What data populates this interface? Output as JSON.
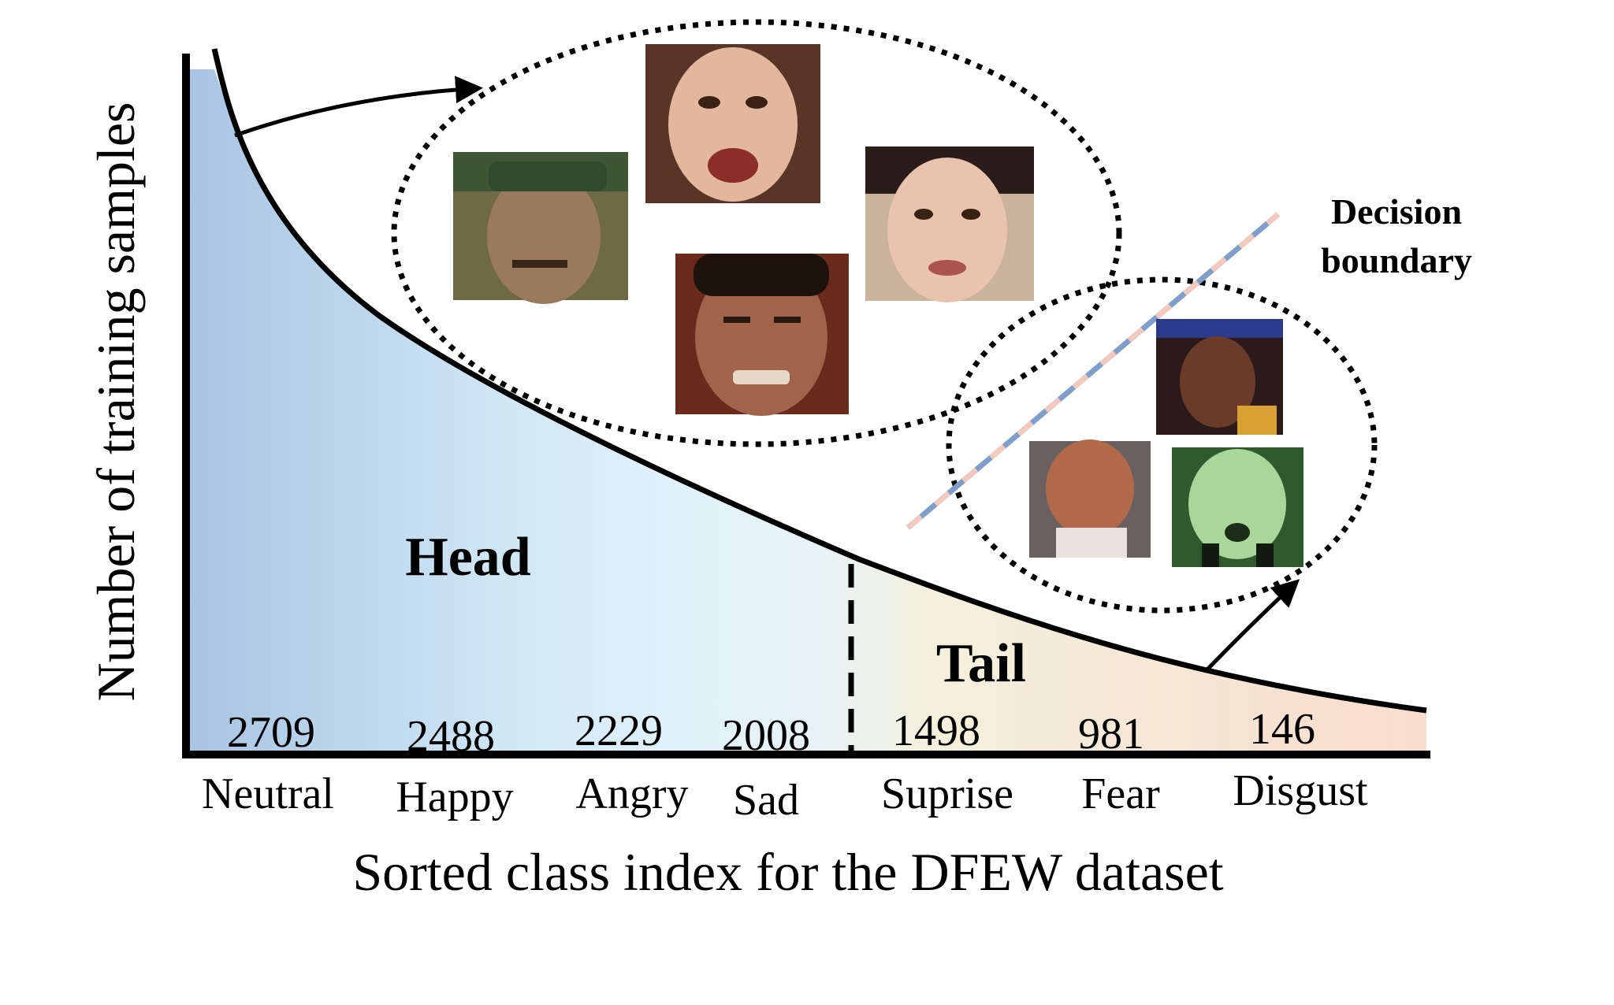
{
  "figure": {
    "y_axis_label": "Number of training samples",
    "x_axis_label": "Sorted class index for the DFEW dataset",
    "head_label": "Head",
    "tail_label": "Tail",
    "decision_boundary_line1": "Decision",
    "decision_boundary_line2": "boundary"
  },
  "chart_data": {
    "type": "area",
    "categories": [
      "Neutral",
      "Happy",
      "Angry",
      "Sad",
      "Suprise",
      "Fear",
      "Disgust"
    ],
    "values": [
      2709,
      2488,
      2229,
      2008,
      1498,
      981,
      146
    ],
    "head_categories": [
      "Neutral",
      "Happy",
      "Angry",
      "Sad"
    ],
    "tail_categories": [
      "Suprise",
      "Fear",
      "Disgust"
    ],
    "xlabel": "Sorted class index for the DFEW dataset",
    "ylabel": "Number of training samples"
  },
  "colors": {
    "head_fill_left": "#a9c4e3",
    "head_fill_mid": "#dff1fa",
    "tail_fill_left": "#f3f0dc",
    "tail_fill_right": "#f9dccd",
    "boundary_blue": "#7f9fca",
    "boundary_pink": "#f1c9bf"
  },
  "images": {
    "head_faces": [
      "face-bandana-man",
      "face-surprised-girl",
      "face-fearful-woman",
      "face-angry-man"
    ],
    "tail_faces": [
      "face-dark-woman",
      "face-angry-older-man",
      "face-green-screaming-woman"
    ]
  }
}
